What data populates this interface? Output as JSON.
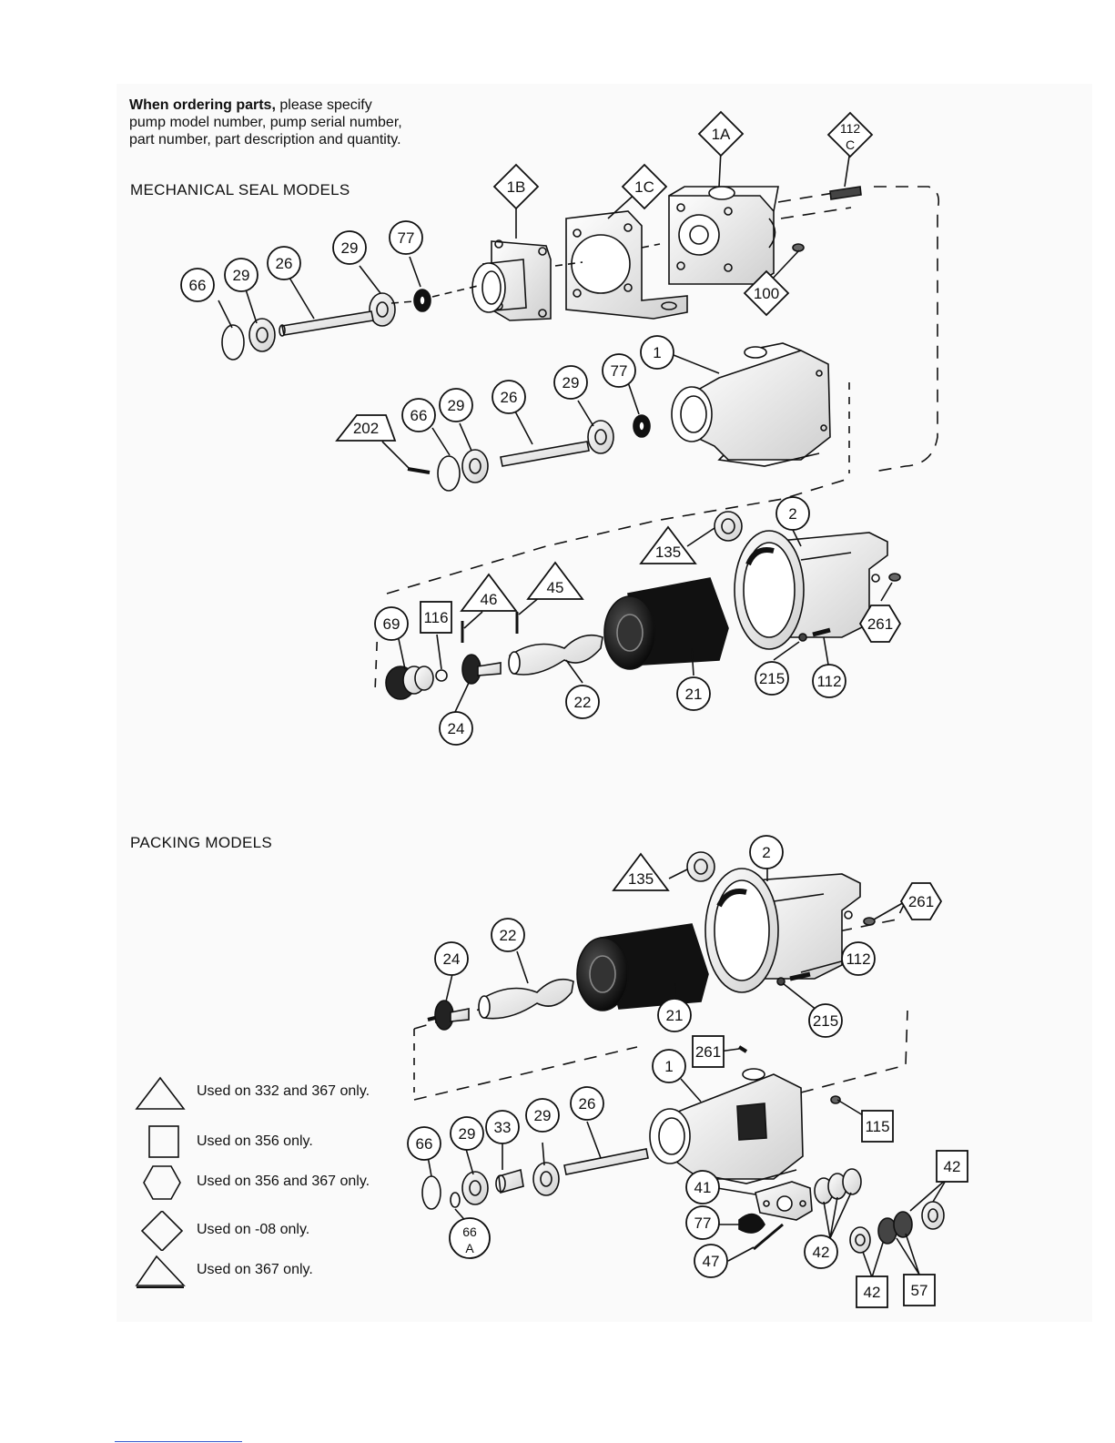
{
  "ordering_note": {
    "bold": "When ordering parts,",
    "line1_rest": "please specify",
    "line2": "pump model number, pump serial number,",
    "line3": "part number, part description and quantity."
  },
  "sections": {
    "mechanical": "MECHANICAL SEAL MODELS",
    "packing": "PACKING MODELS"
  },
  "legend": [
    {
      "shape": "triangle",
      "text": "Used on 332 and 367 only."
    },
    {
      "shape": "square",
      "text": "Used on 356 only."
    },
    {
      "shape": "hexagon",
      "text": "Used on 356 and 367 only."
    },
    {
      "shape": "diamond",
      "text": "Used on -08 only."
    },
    {
      "shape": "trapezoid",
      "text": "Used on 367 only."
    }
  ],
  "callouts": {
    "mech": [
      "1A",
      "112 C",
      "1B",
      "1C",
      "100",
      "66",
      "29",
      "26",
      "29",
      "77",
      "1",
      "77",
      "29",
      "26",
      "29",
      "66",
      "202",
      "2",
      "135",
      "69",
      "116",
      "46",
      "45",
      "261",
      "215",
      "112",
      "21",
      "22",
      "24"
    ],
    "pack": [
      "2",
      "135",
      "261",
      "24",
      "22",
      "21",
      "112",
      "215",
      "261",
      "1",
      "115",
      "66",
      "29",
      "33",
      "29",
      "26",
      "42",
      "41",
      "77",
      "47",
      "42",
      "66 A",
      "42",
      "57"
    ]
  }
}
